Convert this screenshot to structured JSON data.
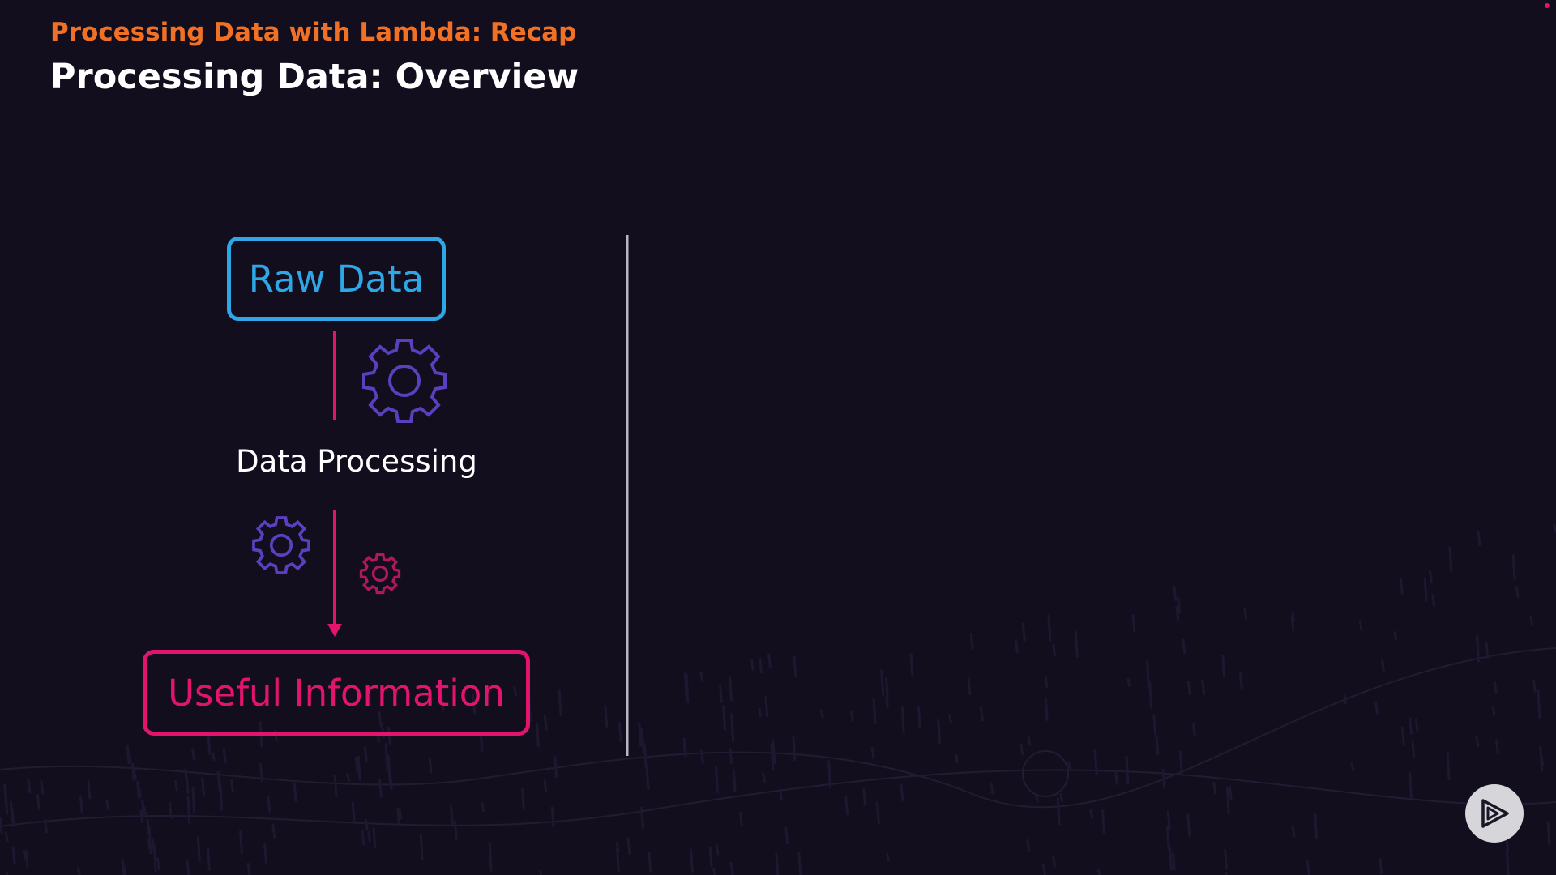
{
  "header": {
    "eyebrow": "Processing Data with Lambda: Recap",
    "title": "Processing Data: Overview"
  },
  "diagram": {
    "input_label": "Raw Data",
    "process_label": "Data Processing",
    "output_label": "Useful Information"
  },
  "icons": {
    "large_gear": "gear-icon",
    "medium_gear": "gear-icon",
    "small_gear": "gear-icon",
    "player_logo": "play-logo-icon"
  },
  "colors": {
    "background": "#120e1e",
    "eyebrow": "#f07125",
    "input": "#2ea7e6",
    "output": "#e3146d",
    "gear": "#5a3fbf",
    "divider": "#b8b8c0"
  }
}
